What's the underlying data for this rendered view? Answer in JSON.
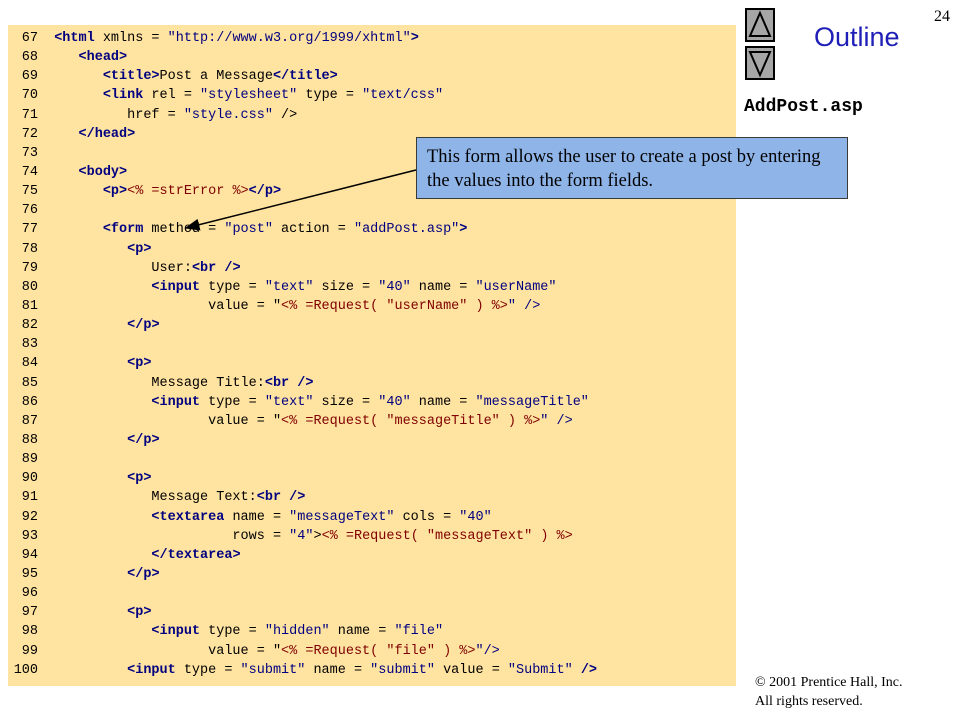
{
  "slide": {
    "page_number": "24",
    "outline_label": "Outline",
    "file_name": "AddPost.asp",
    "callout_text": "This form allows the user to create a post by entering the values into the form fields.",
    "copyright_line1": "© 2001 Prentice Hall, Inc.",
    "copyright_line2": "All rights reserved.",
    "icons": {
      "nav_up": "triangle-up-icon",
      "nav_down": "triangle-down-icon"
    },
    "colors": {
      "code_background": "#ffe3a1",
      "callout_background": "#8fb4e8",
      "outline_text": "#1f1fb8"
    }
  },
  "code": [
    {
      "num": "67",
      "text": "<html xmlns = \"http://www.w3.org/1999/xhtml\">"
    },
    {
      "num": "68",
      "text": "   <head>"
    },
    {
      "num": "69",
      "text": "      <title>Post a Message</title>"
    },
    {
      "num": "70",
      "text": "      <link rel = \"stylesheet\" type = \"text/css\""
    },
    {
      "num": "71",
      "text": "         href = \"style.css\" />"
    },
    {
      "num": "72",
      "text": "   </head>"
    },
    {
      "num": "73",
      "text": ""
    },
    {
      "num": "74",
      "text": "   <body>"
    },
    {
      "num": "75",
      "text": "      <p><% =strError %></p>"
    },
    {
      "num": "76",
      "text": ""
    },
    {
      "num": "77",
      "text": "      <form method = \"post\" action = \"addPost.asp\">"
    },
    {
      "num": "78",
      "text": "         <p>"
    },
    {
      "num": "79",
      "text": "            User:<br />"
    },
    {
      "num": "80",
      "text": "            <input type = \"text\" size = \"40\" name = \"userName\""
    },
    {
      "num": "81",
      "text": "                   value = \"<% =Request( \"userName\" ) %>\" />"
    },
    {
      "num": "82",
      "text": "         </p>"
    },
    {
      "num": "83",
      "text": ""
    },
    {
      "num": "84",
      "text": "         <p>"
    },
    {
      "num": "85",
      "text": "            Message Title:<br />"
    },
    {
      "num": "86",
      "text": "            <input type = \"text\" size = \"40\" name = \"messageTitle\""
    },
    {
      "num": "87",
      "text": "                   value = \"<% =Request( \"messageTitle\" ) %>\" />"
    },
    {
      "num": "88",
      "text": "         </p>"
    },
    {
      "num": "89",
      "text": ""
    },
    {
      "num": "90",
      "text": "         <p>"
    },
    {
      "num": "91",
      "text": "            Message Text:<br />"
    },
    {
      "num": "92",
      "text": "            <textarea name = \"messageText\" cols = \"40\""
    },
    {
      "num": "93",
      "text": "                      rows = \"4\"><% =Request( \"messageText\" ) %>"
    },
    {
      "num": "94",
      "text": "            </textarea>"
    },
    {
      "num": "95",
      "text": "         </p>"
    },
    {
      "num": "96",
      "text": ""
    },
    {
      "num": "97",
      "text": "         <p>"
    },
    {
      "num": "98",
      "text": "            <input type = \"hidden\" name = \"file\""
    },
    {
      "num": "99",
      "text": "                   value = \"<% =Request( \"file\" ) %>\"/>"
    },
    {
      "num": "100",
      "text": "         <input type = \"submit\" name = \"submit\" value = \"Submit\" />"
    }
  ]
}
